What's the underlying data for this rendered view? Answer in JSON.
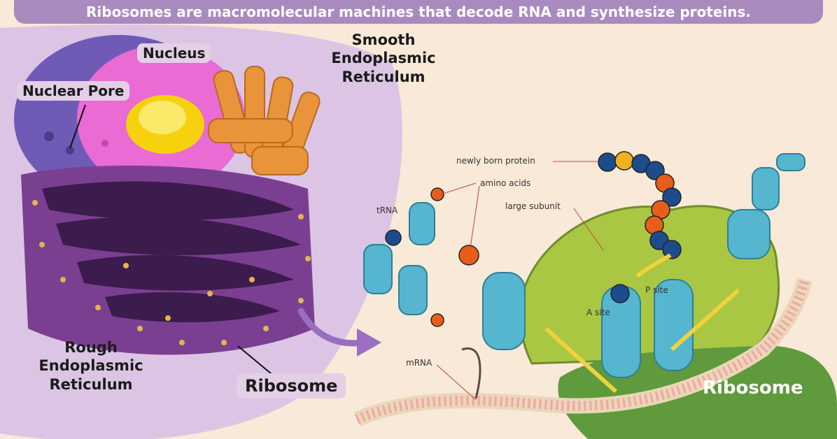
{
  "header": {
    "title": "Ribosomes are macromolecular machines that decode RNA and synthesize proteins."
  },
  "cell_labels": {
    "nucleus": "Nucleus",
    "nuclear_pore": "Nuclear Pore",
    "smooth_er": "Smooth Endoplasmic Reticulum",
    "rough_er": "Rough Endoplasmic Reticulum",
    "ribosome": "Ribosome"
  },
  "ribosome_labels": {
    "newly_born_protein": "newly born protein",
    "amino_acids": "amino acids",
    "trna": "tRNA",
    "large_subunit": "large subunit",
    "p_site": "P site",
    "a_site": "A site",
    "mrna": "mRNA",
    "ribosome": "Ribosome"
  },
  "colors": {
    "banner": "#a98abf",
    "cell_body": "#dcc5e4",
    "nucleus": "#e96bd3",
    "nucleolus": "#f6d20e",
    "rough_er": "#5a2d6c",
    "smooth_er": "#e9943a",
    "ribosome_large": "#a9c743",
    "ribosome_small": "#5f9a3c",
    "trna": "#57b6cf"
  }
}
